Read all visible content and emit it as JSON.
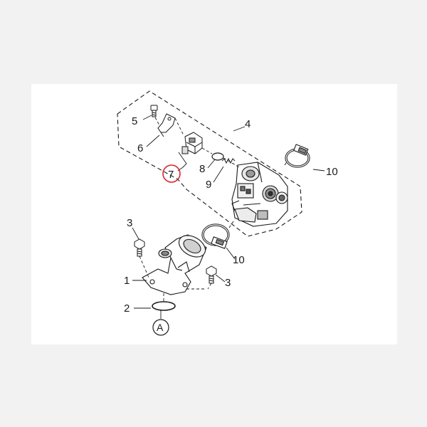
{
  "diagram": {
    "callouts": [
      {
        "id": "c4",
        "label": "4"
      },
      {
        "id": "c5",
        "label": "5"
      },
      {
        "id": "c6",
        "label": "6"
      },
      {
        "id": "c7",
        "label": "7",
        "highlighted": true
      },
      {
        "id": "c8",
        "label": "8"
      },
      {
        "id": "c9",
        "label": "9"
      },
      {
        "id": "c10a",
        "label": "10"
      },
      {
        "id": "c10b",
        "label": "10"
      },
      {
        "id": "c3a",
        "label": "3"
      },
      {
        "id": "c3b",
        "label": "3"
      },
      {
        "id": "c1",
        "label": "1"
      },
      {
        "id": "c2",
        "label": "2"
      },
      {
        "id": "cA",
        "label": "A"
      }
    ],
    "colors": {
      "highlight": "#d9262c",
      "line": "#1a1a1a",
      "panel": "#ffffff",
      "background": "#f2f2f2"
    }
  }
}
